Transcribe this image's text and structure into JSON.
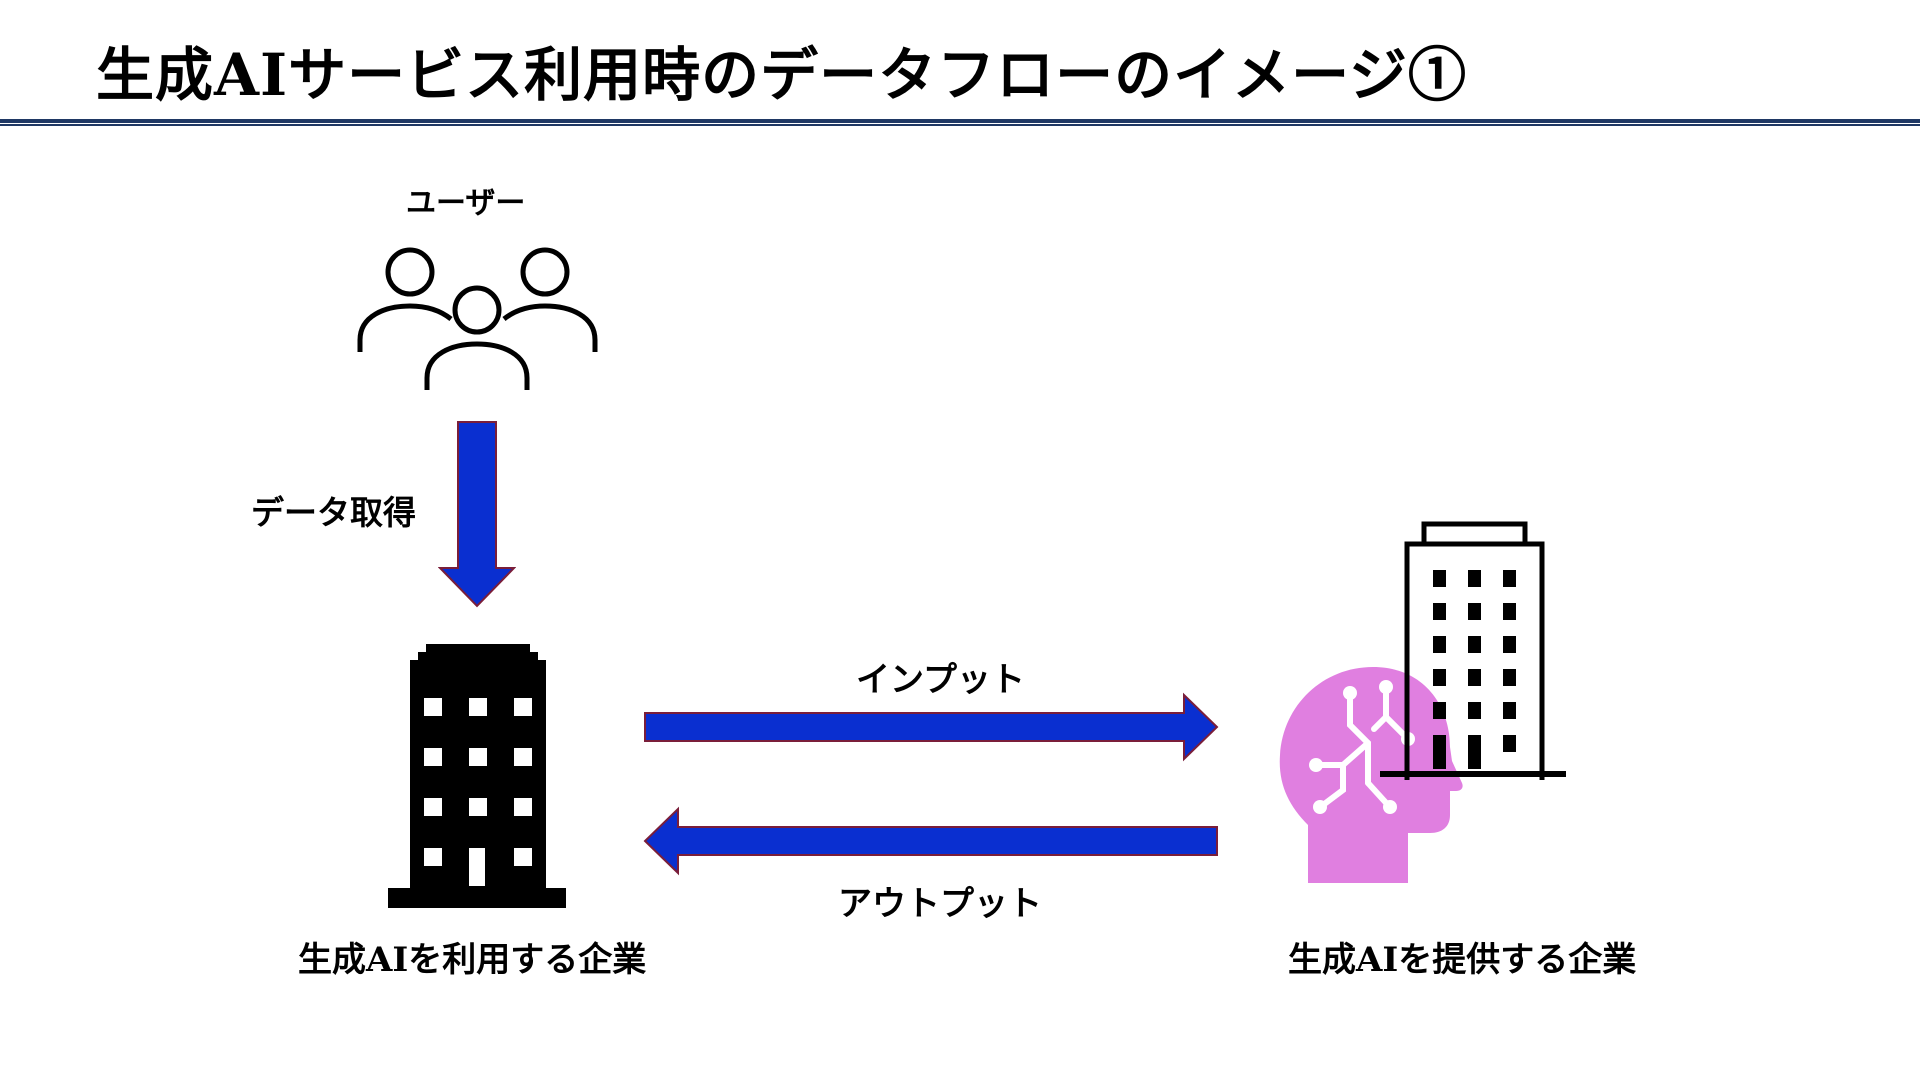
{
  "title": "生成AIサービス利用時のデータフローのイメージ①",
  "colors": {
    "title_rule": "#1f3864",
    "arrow_fill": "#0a2fd0",
    "arrow_stroke": "#7a1e3a",
    "ai_head": "#e07fe0",
    "icon": "#000000"
  },
  "nodes": {
    "users": {
      "label": "ユーザー",
      "icon": "users-group-icon"
    },
    "user_company": {
      "label": "生成AIを利用する企業",
      "icon": "office-building-icon"
    },
    "provider_company": {
      "label": "生成AIを提供する企業",
      "icon": "ai-head-building-icon"
    }
  },
  "edges": {
    "data_acquisition": "データ取得",
    "input": "インプット",
    "output": "アウトプット"
  }
}
